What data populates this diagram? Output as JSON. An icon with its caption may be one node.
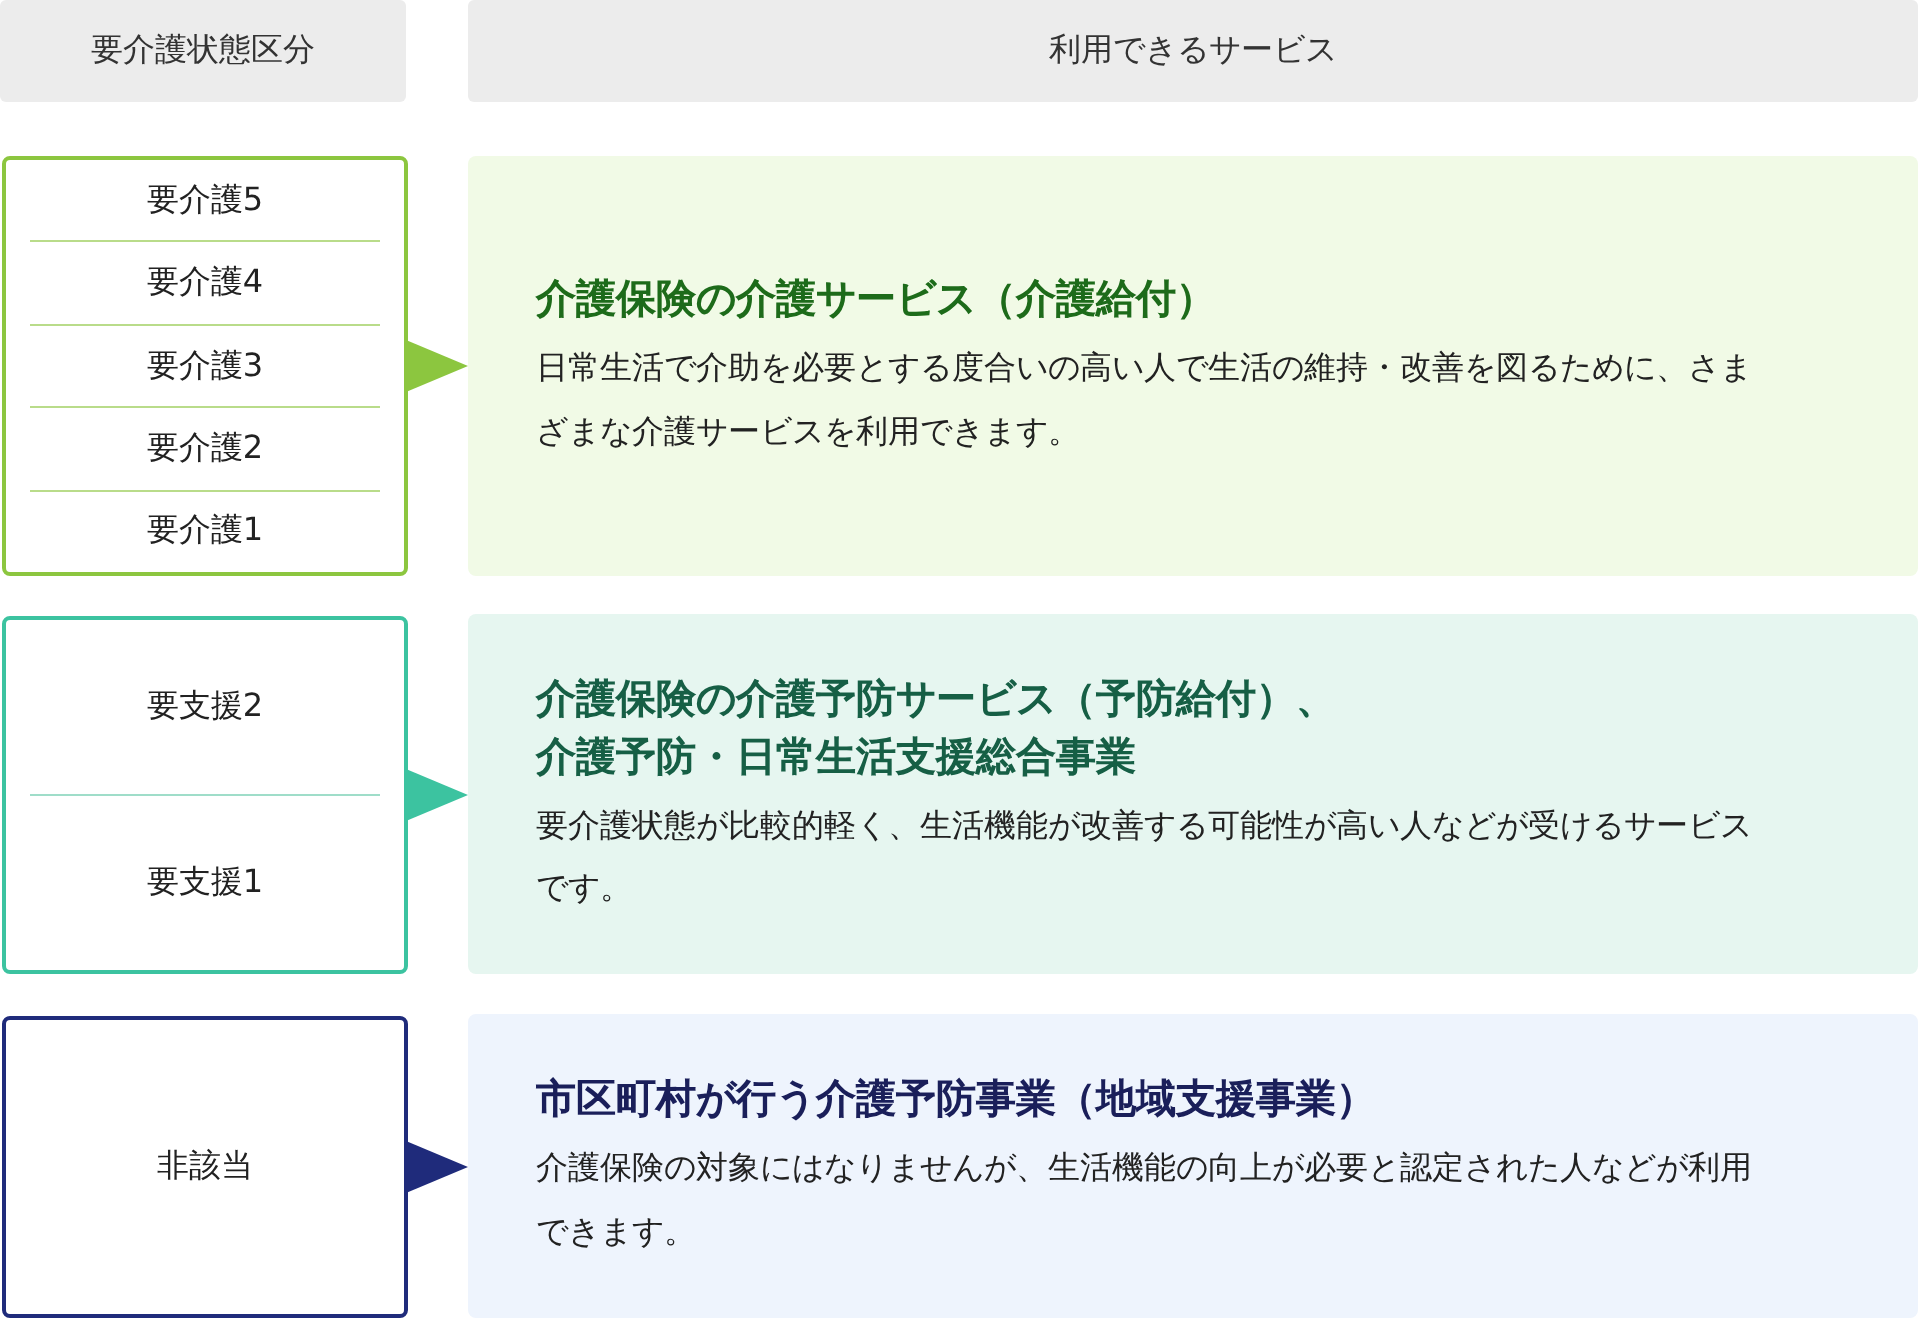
{
  "diagram": {
    "nodes": [
      {
        "text": [
          "要介護状態区分"
        ]
      },
      {
        "text": [
          "利用できるサービス"
        ]
      },
      {
        "text": [
          "要介護5",
          "要介護4",
          "要介護3",
          "要介護2",
          "要介護1"
        ]
      },
      {
        "text": [
          "介護保険の介護サービス（介護給付）",
          "日常生活で介助を必要とする度合いの高い人で生活の維持・改善を図るために、さまざまな介護サービスを利用できます。"
        ]
      },
      {
        "text": [
          "要支援2",
          "要支援1"
        ]
      },
      {
        "text": [
          "介護保険の介護予防サービス（予防給付）、",
          "介護予防・日常生活支援総合事業",
          "要介護状態が比較的軽く、生活機能が改善する可能性が高い人などが受けるサービスです。"
        ]
      },
      {
        "text": [
          "非該当"
        ]
      },
      {
        "text": [
          "市区町村が行う介護予防事業（地域支援事業）",
          "介護保険の対象にはなりませんが、生活機能の向上が必要と認定された人などが利用できます。"
        ]
      }
    ],
    "edges": [
      {
        "from": 2,
        "to": 3,
        "arrow": "to",
        "color": "#8cc63f"
      },
      {
        "from": 4,
        "to": 5,
        "arrow": "to",
        "color": "#3cc3a0"
      },
      {
        "from": 6,
        "to": 7,
        "arrow": "to",
        "color": "#1f2b7b"
      }
    ]
  }
}
